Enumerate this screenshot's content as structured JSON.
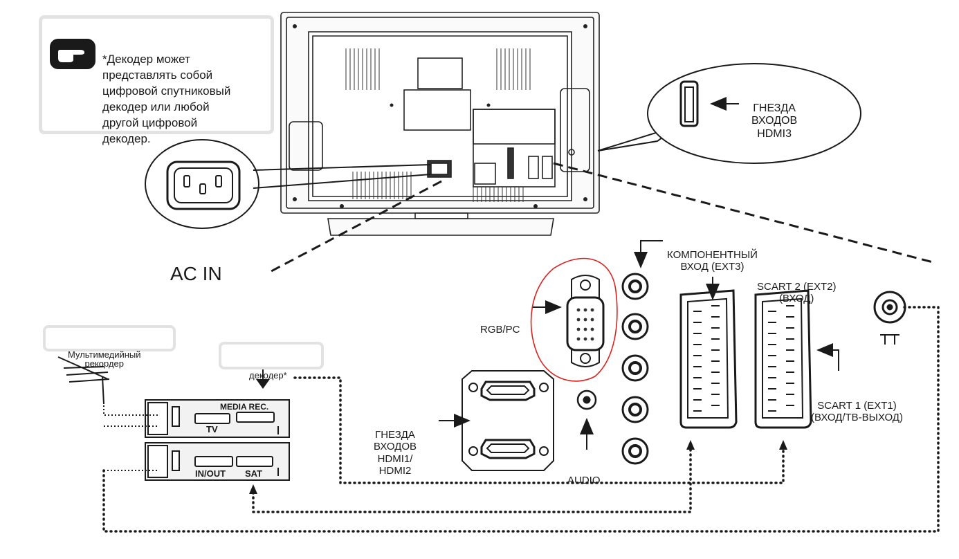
{
  "note": {
    "text": "          *Декодер может\nпредставлять собой\nцифровой спутниковый\nдекодер или любой\nдругой цифровой\nдекодер.",
    "icon": "pointing-hand-icon"
  },
  "labels": {
    "ac_in": "AC IN",
    "hdmi3": "ГНЕЗДА\nВХОДОВ\nHDMI3",
    "component": "КОМПОНЕНТНЫЙ\nВХОД (EXT3)",
    "scart2": "SCART 2 (EXT2)\n(ВХОД)",
    "scart1": "SCART 1 (EXT1)\n(ВХОД/ТВ-ВЫХОД)",
    "rgb_pc": "RGB/PC",
    "hdmi12": "ГНЕЗДА\nВХОДОВ\nHDMI1/\nHDMI2",
    "audio": "AUDIO",
    "media_recorder": "Мультимедийный\nрекордер",
    "decoder": "декодер*"
  },
  "device_labels": {
    "media_rec": "MEDIA REC.",
    "tv": "TV",
    "in_out": "IN/OUT",
    "sat": "SAT"
  },
  "colors": {
    "line": "#1a1a1a",
    "highlight_circle": "#d8231f",
    "box_border": "#e2e2e2"
  }
}
